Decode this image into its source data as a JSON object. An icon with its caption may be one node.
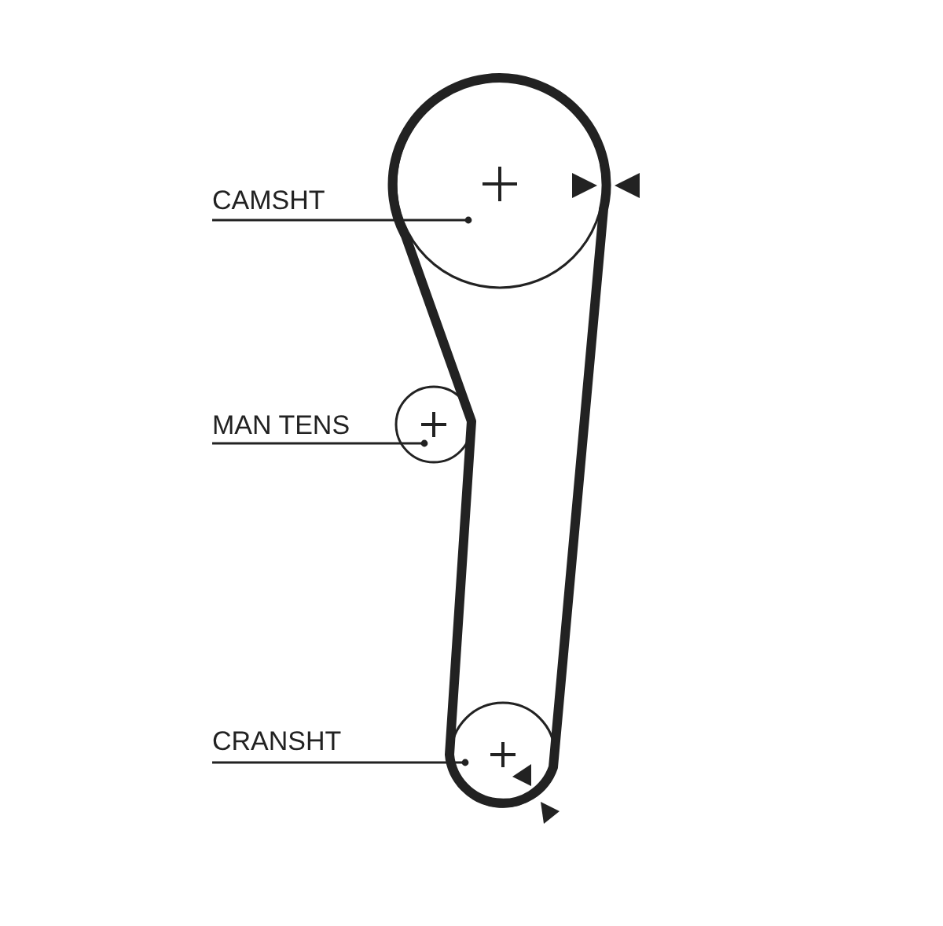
{
  "diagram": {
    "nodes": [
      {
        "text": [
          "CAMSHT"
        ]
      },
      {
        "text": [],
        "shape": "circle"
      },
      {
        "text": [
          "MAN TENS"
        ]
      },
      {
        "text": [],
        "shape": "circle"
      },
      {
        "text": [
          "CRANSHT"
        ]
      },
      {
        "text": [],
        "shape": "circle"
      }
    ],
    "edges": [
      {
        "from": 0,
        "to": 1,
        "arrow": "other"
      },
      {
        "from": 2,
        "to": 3,
        "arrow": "other"
      },
      {
        "from": 4,
        "to": 5,
        "arrow": "other"
      }
    ]
  }
}
